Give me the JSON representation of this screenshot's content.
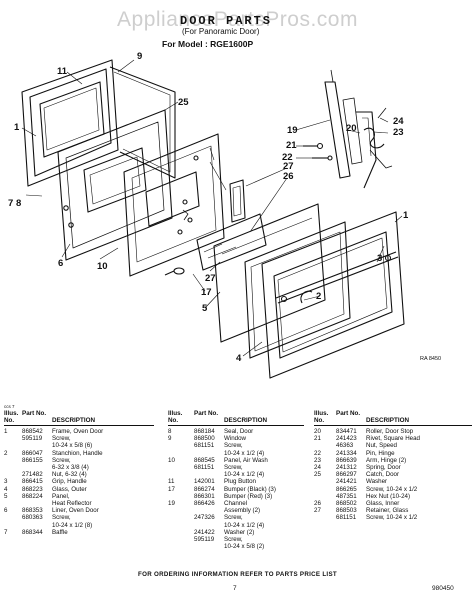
{
  "watermark": "AppliancePartsPros.com",
  "header": {
    "title": "DOOR PARTS",
    "subtitle": "(For Panoramic Door)",
    "model": "For Model : RGE1600P"
  },
  "diagram": {
    "callouts": [
      "11",
      "9",
      "25",
      "1",
      "7",
      "8",
      "6",
      "10",
      "26",
      "27",
      "27",
      "17",
      "5",
      "4",
      "3",
      "2",
      "19",
      "20",
      "21",
      "22",
      "24",
      "23"
    ],
    "code": "RA 8450"
  },
  "tiny_mark": "ccs 7",
  "table": {
    "headers": {
      "illus": "Illus. No.",
      "part": "Part No.",
      "desc": "DESCRIPTION"
    },
    "col1": [
      {
        "illus": "1",
        "part": "868542",
        "desc": "Frame, Oven Door"
      },
      {
        "illus": "",
        "part": "595119",
        "desc": "Screw,"
      },
      {
        "illus": "",
        "part": "",
        "desc": "10-24 x 5/8 (6)"
      },
      {
        "illus": "2",
        "part": "866047",
        "desc": "Stanchion, Handle"
      },
      {
        "illus": "",
        "part": "866155",
        "desc": "Screw,"
      },
      {
        "illus": "",
        "part": "",
        "desc": "6-32 x 3/8 (4)"
      },
      {
        "illus": "",
        "part": "271482",
        "desc": "Nut, 6-32 (4)"
      },
      {
        "illus": "3",
        "part": "866415",
        "desc": "Grip, Handle"
      },
      {
        "illus": "4",
        "part": "868223",
        "desc": "Glass, Outer"
      },
      {
        "illus": "5",
        "part": "868224",
        "desc": "Panel,"
      },
      {
        "illus": "",
        "part": "",
        "desc": "Heat Reflector"
      },
      {
        "illus": "6",
        "part": "868353",
        "desc": "Liner, Oven Door"
      },
      {
        "illus": "",
        "part": "680363",
        "desc": "Screw,"
      },
      {
        "illus": "",
        "part": "",
        "desc": "10-24 x 1/2 (8)"
      },
      {
        "illus": "7",
        "part": "868344",
        "desc": "Baffle"
      }
    ],
    "col2": [
      {
        "illus": "8",
        "part": "868184",
        "desc": "Seal, Door"
      },
      {
        "illus": "9",
        "part": "868500",
        "desc": "Window"
      },
      {
        "illus": "",
        "part": "681151",
        "desc": "Screw,"
      },
      {
        "illus": "",
        "part": "",
        "desc": "10-24 x 1/2 (4)"
      },
      {
        "illus": "10",
        "part": "868545",
        "desc": "Panel, Air Wash"
      },
      {
        "illus": "",
        "part": "681151",
        "desc": "Screw,"
      },
      {
        "illus": "",
        "part": "",
        "desc": "10-24 x 1/2 (4)"
      },
      {
        "illus": "11",
        "part": "142001",
        "desc": "Plug Button"
      },
      {
        "illus": "17",
        "part": "866274",
        "desc": "Bumper (Black) (3)"
      },
      {
        "illus": "",
        "part": "866301",
        "desc": "Bumper (Red) (3)"
      },
      {
        "illus": "19",
        "part": "866426",
        "desc": "Channel"
      },
      {
        "illus": "",
        "part": "",
        "desc": "Assembly (2)"
      },
      {
        "illus": "",
        "part": "247326",
        "desc": "Screw,"
      },
      {
        "illus": "",
        "part": "",
        "desc": "10-24 x 1/2 (4)"
      },
      {
        "illus": "",
        "part": "241422",
        "desc": "Washer (2)"
      },
      {
        "illus": "",
        "part": "595119",
        "desc": "Screw,"
      },
      {
        "illus": "",
        "part": "",
        "desc": "10-24 x 5/8 (2)"
      }
    ],
    "col3": [
      {
        "illus": "20",
        "part": "834471",
        "desc": "Roller, Door Stop"
      },
      {
        "illus": "21",
        "part": "241423",
        "desc": "Rivet, Square Head"
      },
      {
        "illus": "",
        "part": "46363",
        "desc": "Nut, Speed"
      },
      {
        "illus": "22",
        "part": "241334",
        "desc": "Pin, Hinge"
      },
      {
        "illus": "23",
        "part": "866639",
        "desc": "Arm, Hinge (2)"
      },
      {
        "illus": "24",
        "part": "241312",
        "desc": "Spring, Door"
      },
      {
        "illus": "25",
        "part": "866297",
        "desc": "Catch, Door"
      },
      {
        "illus": "",
        "part": "241421",
        "desc": "Washer"
      },
      {
        "illus": "",
        "part": "866265",
        "desc": "Screw, 10-24 x 1/2"
      },
      {
        "illus": "",
        "part": "487351",
        "desc": "Hex Nut (10-24)"
      },
      {
        "illus": "26",
        "part": "868502",
        "desc": "Glass, Inner"
      },
      {
        "illus": "27",
        "part": "868503",
        "desc": "Retainer, Glass"
      },
      {
        "illus": "",
        "part": "681151",
        "desc": "Screw, 10-24 x 1/2"
      }
    ]
  },
  "footer": "FOR ORDERING INFORMATION REFER TO PARTS PRICE LIST",
  "page_number": "7",
  "doc_number": "980450"
}
